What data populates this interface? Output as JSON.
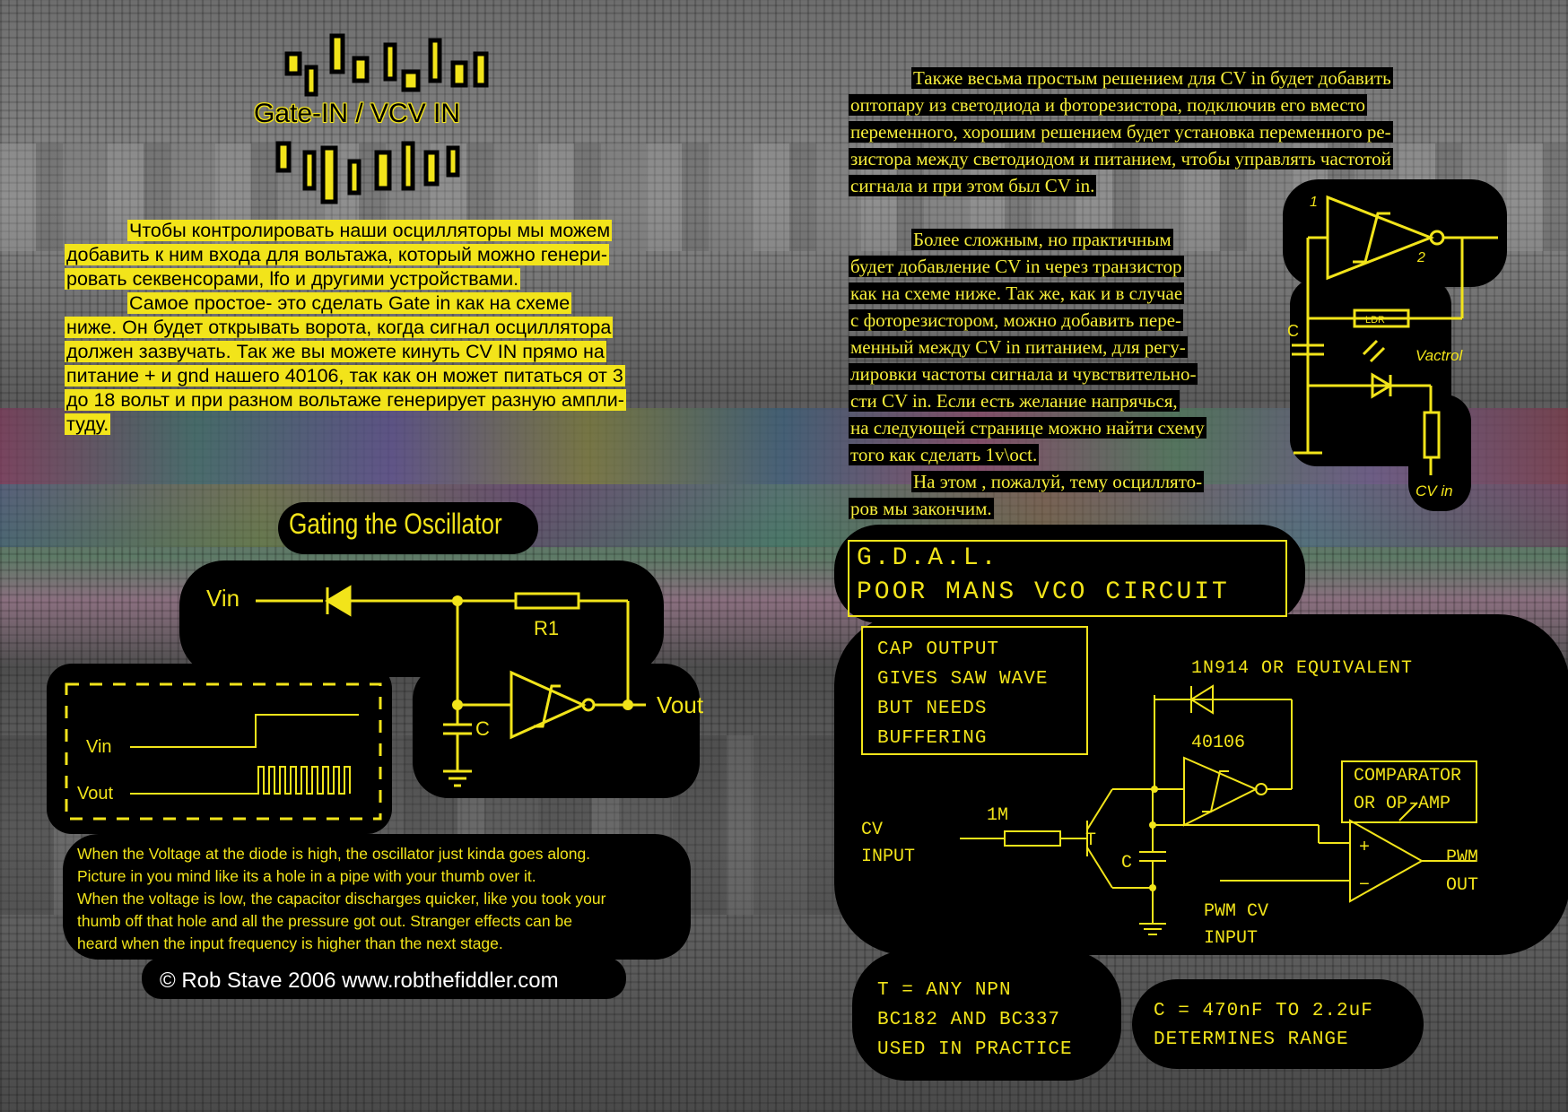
{
  "title": "Gate-IN / VCV IN",
  "left_para1_line1": "Чтобы контролировать наши осцилляторы мы можем",
  "left_para1_line2": "добавить к ним входа для вольтажа, который можно генери-",
  "left_para1_line3": "ровать секвенсорами, lfo и другими устройствами.",
  "left_para2_line1": "Самое простое- это сделать Gate  in как на схеме",
  "left_para2_line2": "ниже. Он будет открывать ворота, когда сигнал осциллятора",
  "left_para2_line3": "должен зазвучать. Так же вы можете кинуть CV IN прямо на",
  "left_para2_line4": "питание + и gnd нашего 40106, так как он может питаться от 3",
  "left_para2_line5": "до 18 вольт и при разном вольтаже генерирует разную ампли-",
  "left_para2_line6": "туду.",
  "right_para1": [
    "Также весьма простым решением для CV in будет добавить",
    "оптопару из светодиода и фоторезистора, подключив его вместо",
    "переменного, хорошим решением будет установка переменного ре-",
    "зистора между светодиодом и питанием, чтобы управлять частотой",
    "сигнала и при этом был  CV in."
  ],
  "right_para2": [
    "Более сложным, но практичным",
    "будет добавление  CV in через транзистор",
    "как на схеме ниже. Так же, как и в случае",
    "с фоторезистором, можно добавить пере-",
    "менный между  CV in питанием, для регу-",
    "лировки частоты сигнала и чувствительно-",
    "сти  CV in. Если есть желание напрячься,",
    "на следующей странице можно найти схему",
    "того как сделать 1v\\oct."
  ],
  "right_para3": [
    "На этом , пожалуй, тему осциллято-",
    "ров мы закончим."
  ],
  "vactrol": {
    "label_1": "1",
    "label_2": "2",
    "cap": "C",
    "ldr": "LDR",
    "vactrol": "Vactrol",
    "cv_in": "CV in"
  },
  "gating": {
    "title": "Gating the Oscillator",
    "vin": "Vin",
    "r1": "R1",
    "vout": "Vout",
    "c": "C",
    "wave_vin": "Vin",
    "wave_vout": "Vout"
  },
  "gating_text": [
    "When the Voltage at the diode is high, the oscillator just kinda goes along.",
    "Picture in you mind like its a hole in a pipe with your thumb over it.",
    "When the voltage is low, the capacitor discharges quicker, like you took your",
    "thumb off that hole and all the pressure got out.  Stranger effects can be",
    "heard when the input frequency is higher than the next stage."
  ],
  "copyright": "© Rob Stave 2006 www.robthefiddler.com",
  "vco": {
    "title_line1": "G.D.A.L.",
    "title_line2": "POOR MANS VCO CIRCUIT",
    "note": [
      "CAP OUTPUT",
      "GIVES SAW WAVE",
      "BUT NEEDS",
      "BUFFERING"
    ],
    "diode": "1N914 OR EQUIVALENT",
    "chip": "40106",
    "comparator": [
      "COMPARATOR",
      "OR OP-AMP"
    ],
    "cv_input": [
      "CV",
      "INPUT"
    ],
    "r": "1M",
    "t": "T",
    "c": "C",
    "pwm_cv": [
      "PWM CV",
      "INPUT"
    ],
    "pwm_out": [
      "PWM",
      "OUT"
    ],
    "plus": "+",
    "minus": "−",
    "t_note": [
      "T =  ANY NPN",
      "BC182 AND BC337",
      "USED IN PRACTICE"
    ],
    "c_note": [
      "C = 470nF TO 2.2uF",
      "DETERMINES RANGE"
    ]
  }
}
